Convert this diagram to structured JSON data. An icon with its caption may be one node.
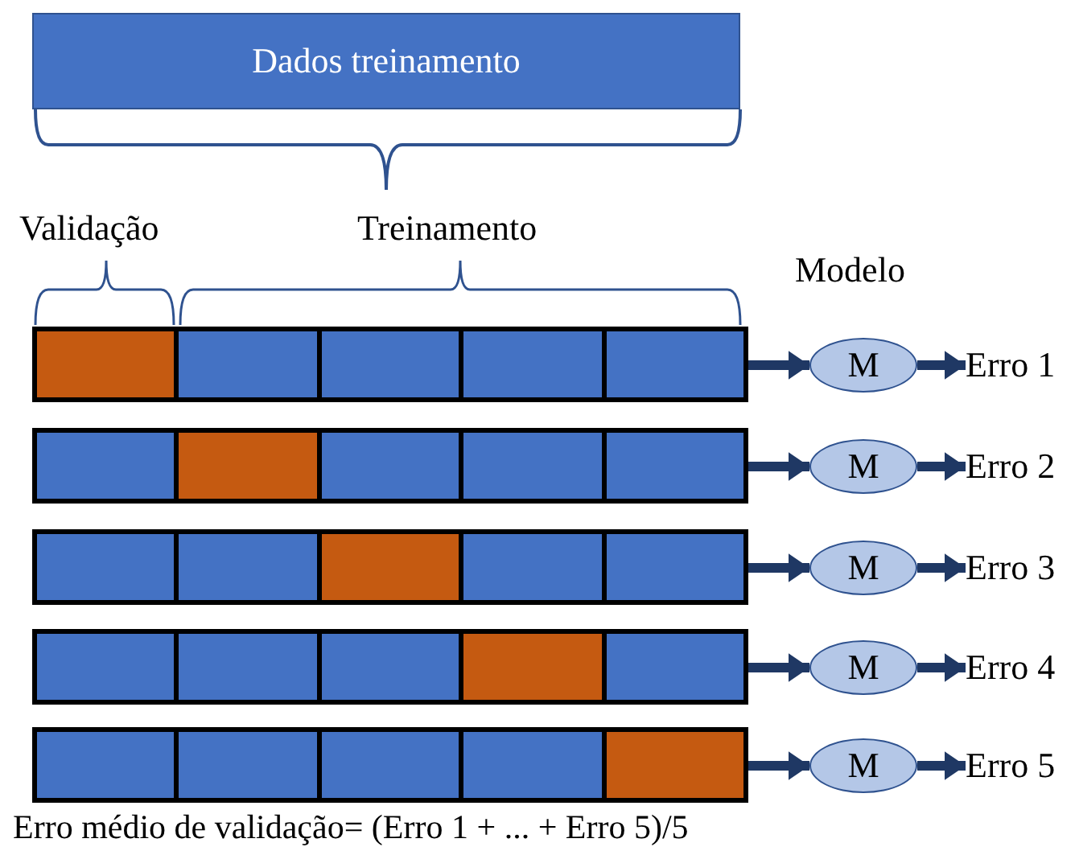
{
  "diagram": {
    "nodes": [
      {
        "text": [
          "Dados treinamento"
        ]
      },
      {
        "text": [],
        "shape": "box"
      },
      {
        "text": [],
        "shape": "box"
      },
      {
        "text": [],
        "shape": "box"
      },
      {
        "text": [],
        "shape": "box"
      },
      {
        "text": [],
        "shape": "box"
      },
      {
        "text": [],
        "shape": "box"
      },
      {
        "text": [],
        "shape": "box"
      },
      {
        "text": [],
        "shape": "box"
      },
      {
        "text": [],
        "shape": "box"
      },
      {
        "text": [],
        "shape": "box"
      },
      {
        "text": [],
        "shape": "box"
      },
      {
        "text": [],
        "shape": "box"
      },
      {
        "text": [],
        "shape": "box"
      },
      {
        "text": [],
        "shape": "box"
      },
      {
        "text": [],
        "shape": "box"
      },
      {
        "text": [],
        "shape": "box"
      },
      {
        "text": [],
        "shape": "box"
      },
      {
        "text": [],
        "shape": "box"
      },
      {
        "text": [],
        "shape": "box"
      },
      {
        "text": [],
        "shape": "box"
      },
      {
        "text": [],
        "shape": "box"
      },
      {
        "text": [],
        "shape": "box"
      },
      {
        "text": [],
        "shape": "box"
      },
      {
        "text": [],
        "shape": "box"
      },
      {
        "text": [],
        "shape": "box"
      },
      {
        "text": [
          "M"
        ]
      },
      {
        "text": [
          "M"
        ]
      },
      {
        "text": [
          "M"
        ]
      },
      {
        "text": [
          "M"
        ]
      },
      {
        "text": [
          "M"
        ]
      },
      {
        "text": [
          "Erro 1"
        ]
      },
      {
        "text": [
          "Erro 2"
        ]
      },
      {
        "text": [
          "Erro 3"
        ]
      },
      {
        "text": [
          "Erro 4"
        ]
      },
      {
        "text": [
          "Erro 5"
        ]
      }
    ],
    "edges": [
      {
        "from": 5,
        "to": 26,
        "arrow": "to"
      },
      {
        "from": 26,
        "to": 31,
        "arrow": "to"
      },
      {
        "from": 10,
        "to": 27,
        "arrow": "to"
      },
      {
        "from": 27,
        "to": 32,
        "arrow": "to"
      },
      {
        "from": 15,
        "to": 28,
        "arrow": "to"
      },
      {
        "from": 28,
        "to": 33,
        "arrow": "to"
      },
      {
        "from": 20,
        "to": 29,
        "arrow": "to"
      },
      {
        "from": 29,
        "to": 34,
        "arrow": "to"
      },
      {
        "from": 25,
        "to": 30,
        "arrow": "to"
      },
      {
        "from": 30,
        "to": 35,
        "arrow": "to"
      }
    ],
    "labels": [
      "Validação",
      "Treinamento",
      "Modelo",
      "Erro médio de validação= (Erro 1 + ... + Erro 5)/5"
    ]
  }
}
